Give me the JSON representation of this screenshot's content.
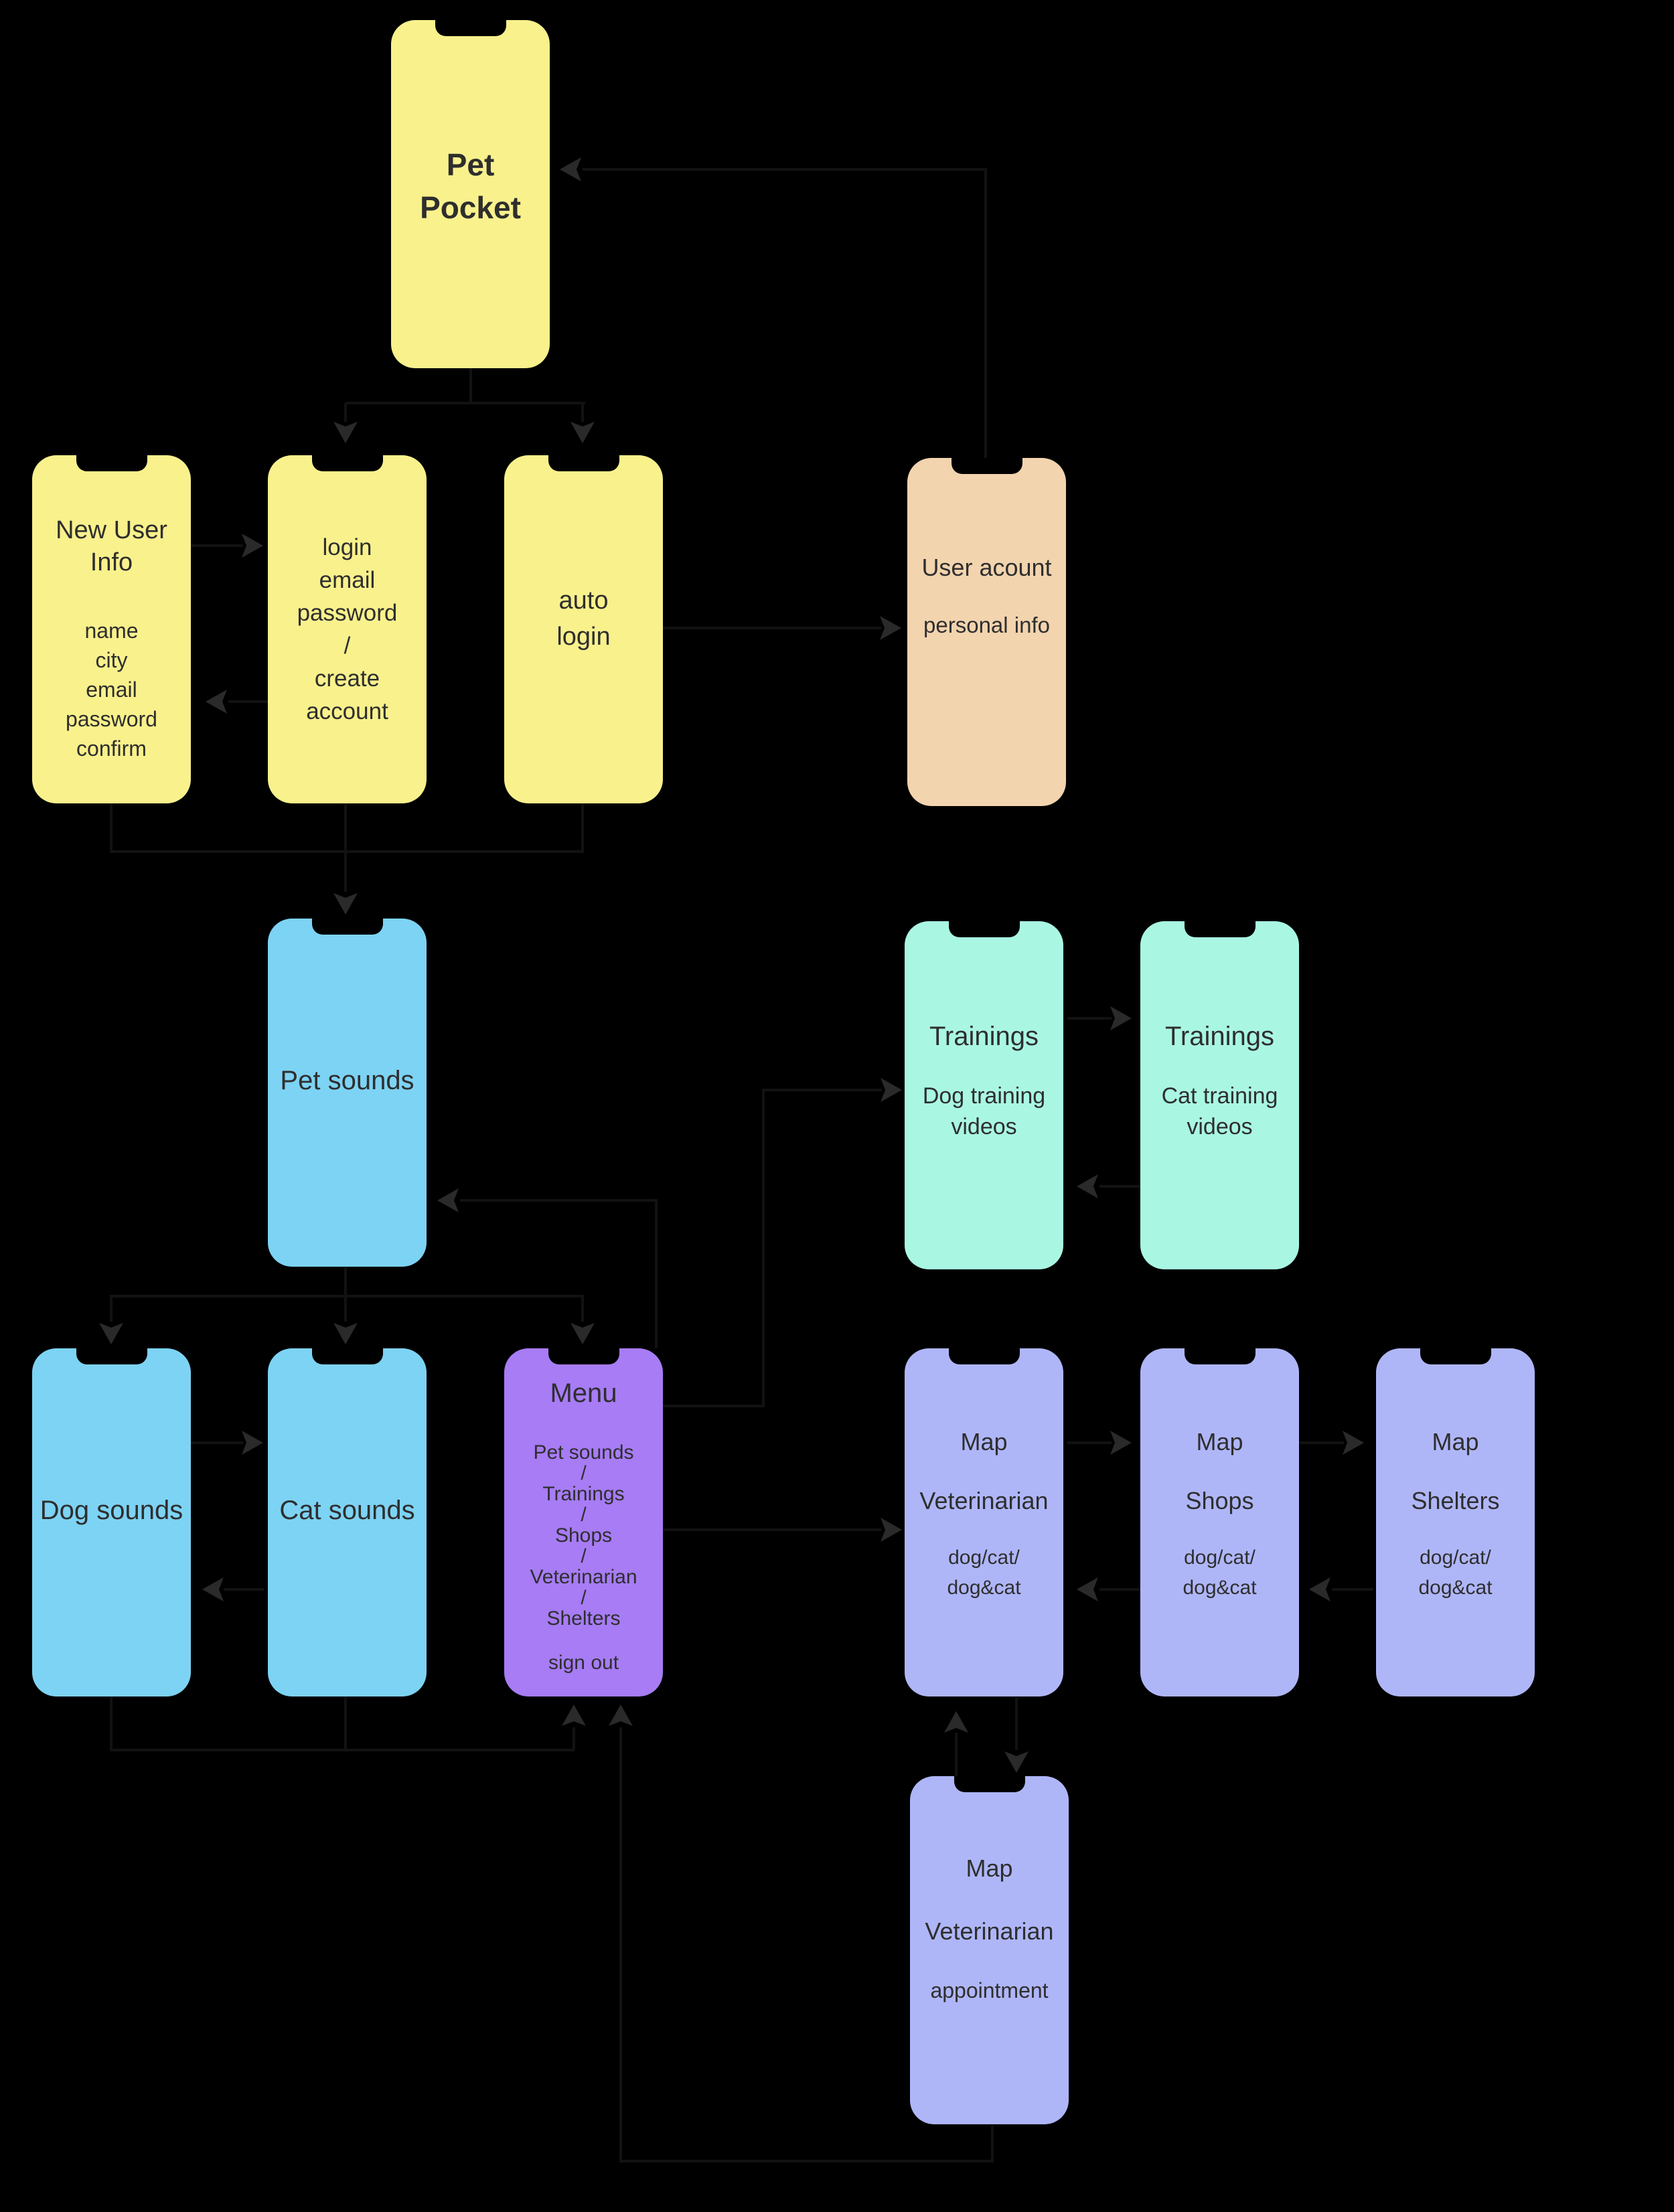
{
  "colors": {
    "background": "#000000",
    "yellow": "#F9F18C",
    "tan": "#F2D4AE",
    "sky_blue": "#7DD3F4",
    "mint": "#A9F7E3",
    "purple": "#A77CF5",
    "periwinkle": "#AFB6F8",
    "text": "#2E2E2E",
    "arrow": "#2A2A2A",
    "connector": "#121212"
  },
  "phones": {
    "pet_pocket": {
      "title_line1": "Pet",
      "title_line2": "Pocket"
    },
    "new_user": {
      "title_line1": "New User",
      "title_line2": "Info",
      "fields": [
        "name",
        "city",
        "email",
        "password",
        "confirm"
      ]
    },
    "login": {
      "lines": [
        "login",
        "email",
        "password",
        "/",
        "create",
        "account"
      ]
    },
    "auto_login": {
      "line1": "auto",
      "line2": "login"
    },
    "user_account": {
      "title": "User acount",
      "subtitle": "personal info"
    },
    "pet_sounds": {
      "title": "Pet sounds"
    },
    "trainings_dog": {
      "title": "Trainings",
      "sub_line1": "Dog training",
      "sub_line2": "videos"
    },
    "trainings_cat": {
      "title": "Trainings",
      "sub_line1": "Cat training",
      "sub_line2": "videos"
    },
    "dog_sounds": {
      "title": "Dog sounds"
    },
    "cat_sounds": {
      "title": "Cat sounds"
    },
    "menu": {
      "title": "Menu",
      "items": [
        "Pet sounds",
        "/",
        "Trainings",
        "/",
        "Shops",
        "/",
        "Veterinarian",
        "/",
        "Shelters"
      ],
      "footer": "sign out"
    },
    "map_vet": {
      "title": "Map",
      "subtitle": "Veterinarian",
      "detail_line1": "dog/cat/",
      "detail_line2": "dog&cat"
    },
    "map_shops": {
      "title": "Map",
      "subtitle": "Shops",
      "detail_line1": "dog/cat/",
      "detail_line2": "dog&cat"
    },
    "map_shelters": {
      "title": "Map",
      "subtitle": "Shelters",
      "detail_line1": "dog/cat/",
      "detail_line2": "dog&cat"
    },
    "map_vet_appointment": {
      "title": "Map",
      "subtitle": "Veterinarian",
      "detail_line1": "appointment"
    }
  }
}
